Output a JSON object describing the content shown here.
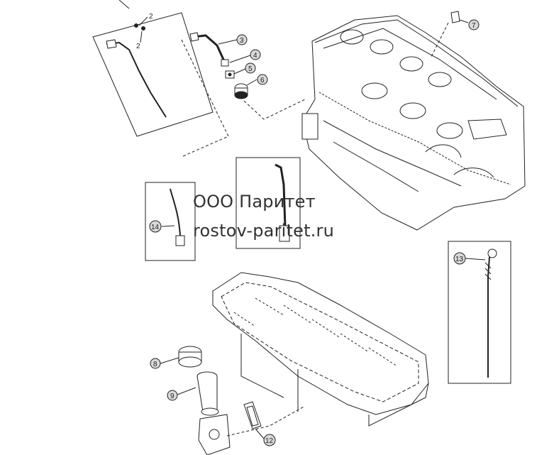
{
  "watermark": {
    "company": "ООО Паритет",
    "site": "rostov-paritet.ru"
  },
  "callouts": [
    {
      "id": "c2a",
      "label": "2"
    },
    {
      "id": "c2b",
      "label": "2"
    },
    {
      "id": "c3",
      "label": "3"
    },
    {
      "id": "c4",
      "label": "4"
    },
    {
      "id": "c5",
      "label": "5"
    },
    {
      "id": "c6",
      "label": "6"
    },
    {
      "id": "c7",
      "label": "7"
    },
    {
      "id": "c8",
      "label": "8"
    },
    {
      "id": "c9",
      "label": "9"
    },
    {
      "id": "c12",
      "label": "12"
    },
    {
      "id": "c13",
      "label": "13"
    },
    {
      "id": "c14",
      "label": "14"
    }
  ],
  "colors": {
    "line": "#222222",
    "callout_fill": "#d9d9d9",
    "watermark": "#333333"
  }
}
